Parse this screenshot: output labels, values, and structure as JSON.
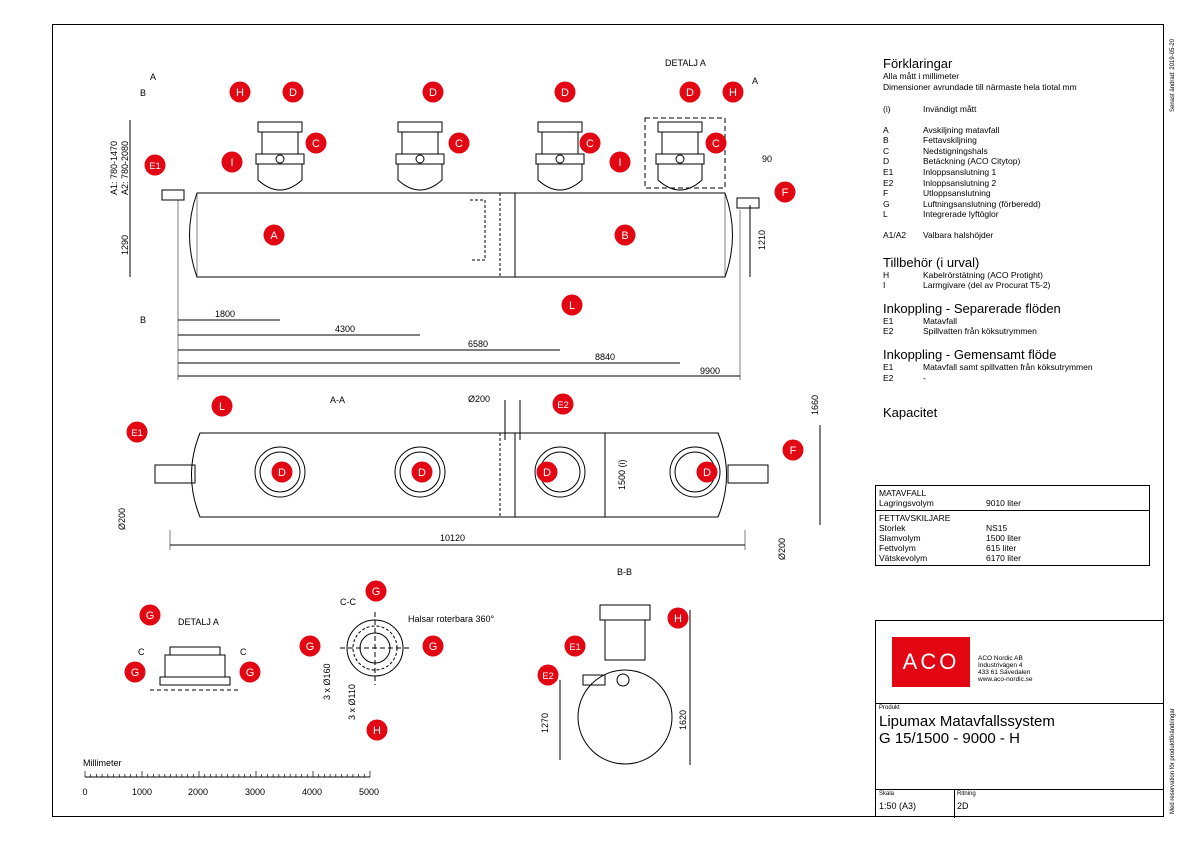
{
  "side_text": {
    "revised": "Senast ändrad: 2019-05-20",
    "reservation": "Med reservation för produktförändringar"
  },
  "legend": {
    "title": "Förklaringar",
    "note1": "Alla mått i millimeter",
    "note2": "Dimensioner avrundade till närmaste hela tiotal mm",
    "inner_key": "(i)",
    "inner_label": "Invändigt mått",
    "items": [
      {
        "k": "A",
        "v": "Avskiljning matavfall"
      },
      {
        "k": "B",
        "v": "Fettavskiljning"
      },
      {
        "k": "C",
        "v": "Nedstigningshals"
      },
      {
        "k": "D",
        "v": "Betäckning (ACO Citytop)"
      },
      {
        "k": "E1",
        "v": "Inloppsanslutning 1"
      },
      {
        "k": "E2",
        "v": "Inloppsanslutning 2"
      },
      {
        "k": "F",
        "v": "Utloppsanslutning"
      },
      {
        "k": "G",
        "v": "Luftningsanslutning (förberedd)"
      },
      {
        "k": "L",
        "v": "Integrerade lyftöglor"
      }
    ],
    "a1a2_key": "A1/A2",
    "a1a2_label": "Valbara halshöjder",
    "accessories_title": "Tillbehör (i urval)",
    "accessories": [
      {
        "k": "H",
        "v": "Kabelrörstätning (ACO Protight)"
      },
      {
        "k": "I",
        "v": "Larmgivare (del av Procurat T5-2)"
      }
    ],
    "sep_title": "Inkoppling - Separerade flöden",
    "sep": [
      {
        "k": "E1",
        "v": "Matavfall"
      },
      {
        "k": "E2",
        "v": "Spillvatten från köksutrymmen"
      }
    ],
    "com_title": "Inkoppling - Gemensamt flöde",
    "com": [
      {
        "k": "E1",
        "v": "Matavfall samt spillvatten från köksutrymmen"
      },
      {
        "k": "E2",
        "v": "-"
      }
    ],
    "cap_title": "Kapacitet"
  },
  "capacity": {
    "food_head": "MATAVFALL",
    "food": [
      {
        "k": "Lagringsvolym",
        "v": "9010 liter"
      }
    ],
    "fat_head": "FETTAVSKILJARE",
    "fat": [
      {
        "k": "Storlek",
        "v": "NS15"
      },
      {
        "k": "Slamvolym",
        "v": "1500 liter"
      },
      {
        "k": "Fettvolym",
        "v": "615 liter"
      },
      {
        "k": "Vätskevolym",
        "v": "6170 liter"
      }
    ]
  },
  "title_block": {
    "logo": "ACO",
    "company": "ACO Nordic AB",
    "street": "Industrivägen 4",
    "city": "433 61  Sävedalen",
    "web": "www.aco-nordic.se",
    "product_label": "Produkt",
    "product_line1": "Lipumax Matavfallssystem",
    "product_line2": "G 15/1500 - 9000 - H",
    "scale_label": "Skala",
    "scale": "1:50 (A3)",
    "drawing_label": "Ritning",
    "drawing": "2D"
  },
  "drawing": {
    "detail_a": "DETALJ A",
    "section_aa": "A-A",
    "section_bb": "B-B",
    "section_cc": "C-C",
    "rotatable": "Halsar roterbara 360°",
    "a_marker": "A",
    "b_marker": "B",
    "c_marker": "C",
    "a_heights": "A1: 780-1470",
    "a_heights2": "A2: 780-2080",
    "dim_1290": "1290",
    "dim_1210": "1210",
    "dim_90": "90",
    "dim_1800": "1800",
    "dim_4300": "4300",
    "dim_6580": "6580",
    "dim_8840": "8840",
    "dim_9900": "9900",
    "dim_1660": "1660",
    "dim_1500": "1500 (i)",
    "dim_10120": "10120",
    "dim_200a": "Ø200",
    "dim_200b": "Ø200",
    "dim_200c": "Ø200",
    "dim_160": "3 x Ø160",
    "dim_110": "3 x Ø110",
    "dim_1270": "1270",
    "dim_1620": "1620",
    "scale_title": "Millimeter",
    "scale_ticks": [
      "0",
      "1000",
      "2000",
      "3000",
      "4000",
      "5000"
    ],
    "callouts": {
      "A": "A",
      "B": "B",
      "C": "C",
      "D": "D",
      "E1": "E1",
      "E2": "E2",
      "F": "F",
      "G": "G",
      "H": "H",
      "I": "I",
      "L": "L"
    }
  },
  "colors": {
    "callout": "#e30613",
    "line": "#000000"
  }
}
